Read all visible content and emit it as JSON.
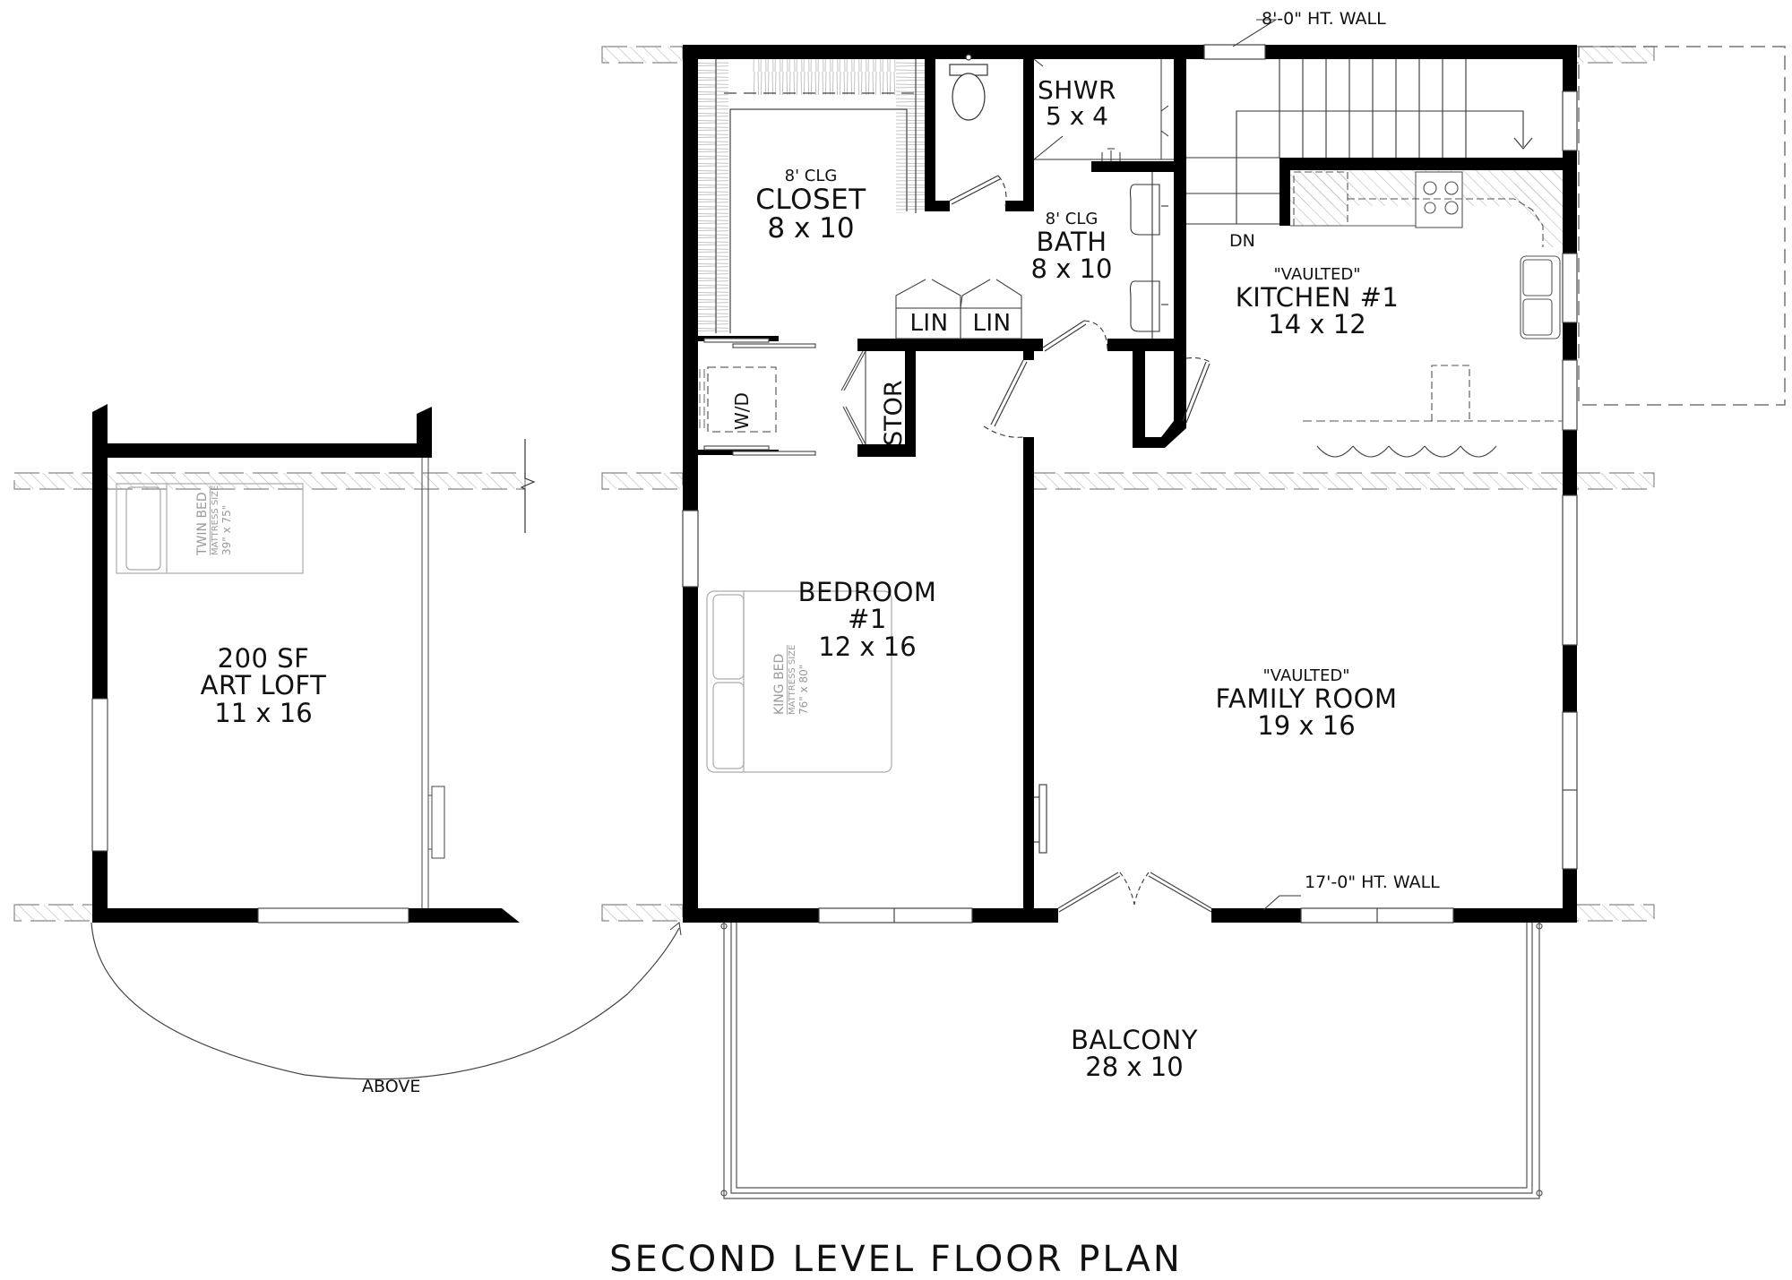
{
  "plan": {
    "title": "SECOND LEVEL FLOOR PLAN",
    "notes": {
      "top_wall": "8'-0\" HT. WALL",
      "bottom_wall": "17'-0\" HT. WALL",
      "arc_label": "ABOVE",
      "stair_dn": "DN"
    },
    "rooms": {
      "closet": {
        "ceiling": "8' CLG",
        "name": "CLOSET",
        "dims": "8 x 10"
      },
      "shower": {
        "name": "SHWR",
        "dims": "5 x 4"
      },
      "bath": {
        "ceiling": "8' CLG",
        "name": "BATH",
        "dims": "8 x 10"
      },
      "linen_1": {
        "name": "LIN"
      },
      "linen_2": {
        "name": "LIN"
      },
      "storage": {
        "name": "STOR"
      },
      "laundry": {
        "name": "W/D"
      },
      "kitchen": {
        "ceiling": "\"VAULTED\"",
        "name": "KITCHEN #1",
        "dims": "14 x 12"
      },
      "bedroom": {
        "name": "BEDROOM",
        "number": "#1",
        "dims": "12 x 16"
      },
      "family": {
        "ceiling": "\"VAULTED\"",
        "name": "FAMILY ROOM",
        "dims": "19 x 16"
      },
      "art_loft": {
        "area": "200 SF",
        "name": "ART LOFT",
        "dims": "11 x 16"
      },
      "balcony": {
        "name": "BALCONY",
        "dims": "28 x 10"
      }
    },
    "furniture": {
      "twin_bed": {
        "label": "TWIN BED",
        "sub": "MATTRESS SIZE",
        "size": "39\" x 75\""
      },
      "king_bed": {
        "label": "KING BED",
        "sub": "MATTRESS SIZE",
        "size": "76\" x 80\""
      }
    },
    "colors": {
      "wall": "#000000",
      "line": "#333333",
      "hatch": "#bdbdbd",
      "furniture": "#9a9a9a",
      "background": "#ffffff"
    }
  }
}
